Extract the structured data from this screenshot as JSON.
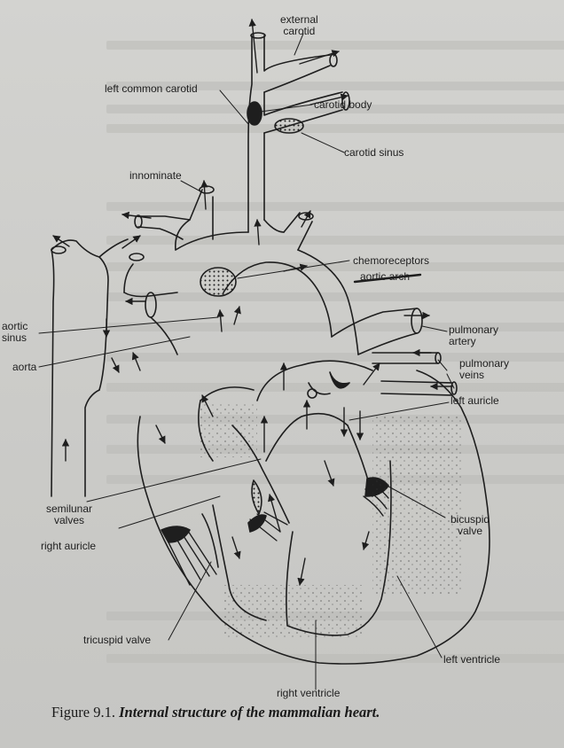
{
  "labels": {
    "external_carotid": "external\ncarotid",
    "left_common_carotid": "left common carotid",
    "carotid_body": "carotid body",
    "carotid_sinus": "carotid sinus",
    "innominate": "innominate",
    "chemoreceptors": "chemoreceptors",
    "aortic_arch": "aortic arch",
    "aortic_sinus": "aortic\nsinus",
    "aorta": "aorta",
    "pulmonary_artery": "pulmonary\nartery",
    "pulmonary_veins": "pulmonary\nveins",
    "left_auricle": "left auricle",
    "semilunar_valves": "semilunar\nvalves",
    "right_auricle": "right auricle",
    "bicuspid_valve": "bicuspid\nvalve",
    "tricuspid_valve": "tricuspid valve",
    "left_ventricle": "left ventricle",
    "right_ventricle": "right ventricle"
  },
  "caption": {
    "figure": "Figure 9.1.",
    "title": "Internal structure of the mammalian heart."
  },
  "colors": {
    "ink": "#1e1e1e",
    "paper": "#cfcfcc"
  }
}
